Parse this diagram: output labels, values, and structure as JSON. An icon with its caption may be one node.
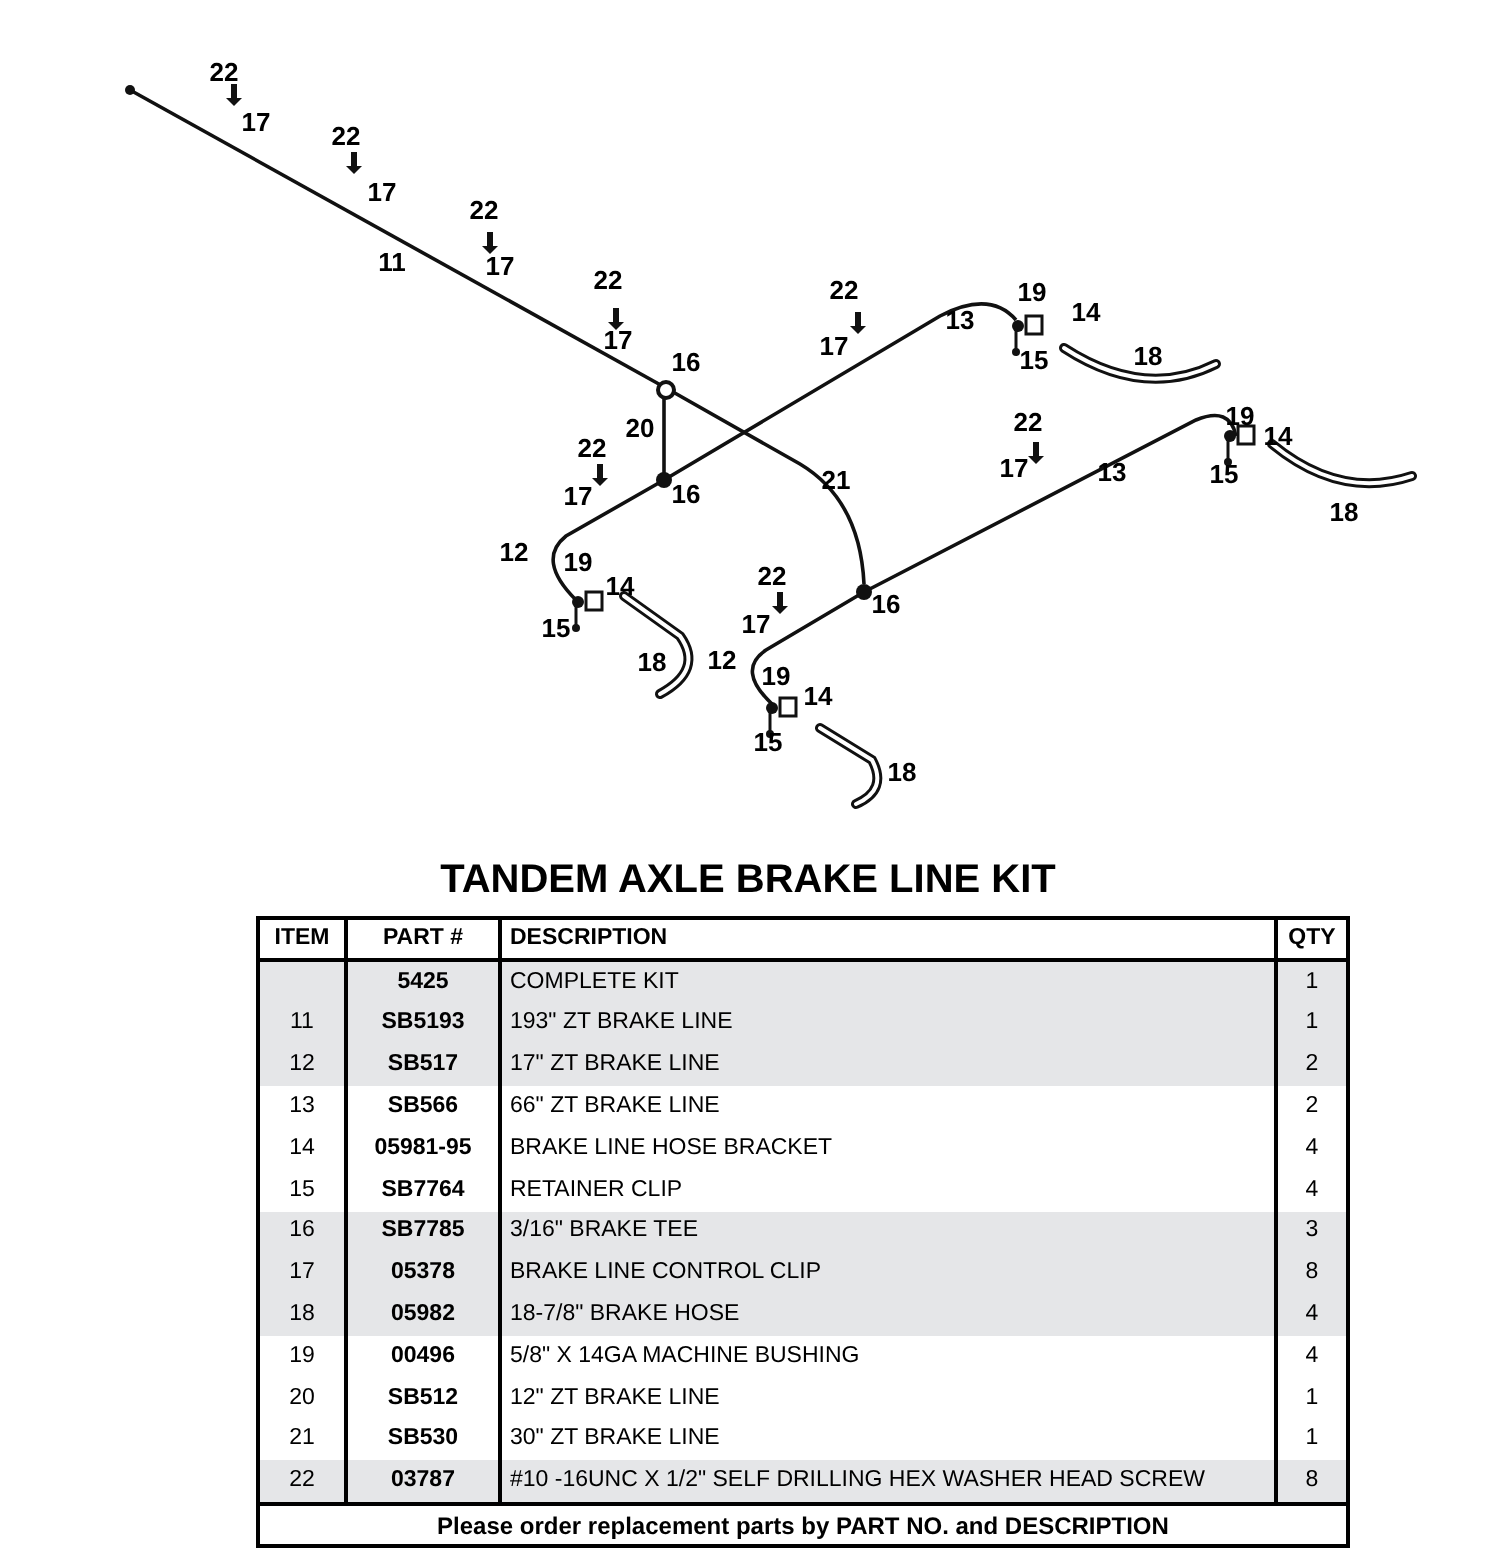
{
  "diagram": {
    "title": "TANDEM AXLE BRAKE LINE KIT",
    "labels": [
      "22",
      "17",
      "22",
      "17",
      "22",
      "11",
      "17",
      "22",
      "22",
      "13",
      "19",
      "14",
      "17",
      "17",
      "16",
      "15",
      "18",
      "20",
      "22",
      "19",
      "14",
      "22",
      "21",
      "17",
      "13",
      "15",
      "17",
      "16",
      "18",
      "12",
      "19",
      "22",
      "14",
      "16",
      "15",
      "17",
      "18",
      "12",
      "19",
      "14",
      "15",
      "18",
      "ITEM",
      "PART #",
      "DESCRIPTION",
      "QTY",
      "5425",
      "COMPLETE KIT",
      "1",
      "11",
      "SB5193",
      "193\" ZT BRAKE LINE",
      "1",
      "12",
      "SB517",
      "17\" ZT BRAKE LINE",
      "2",
      "13",
      "SB566",
      "66\" ZT BRAKE LINE",
      "2",
      "14",
      "05981-95",
      "BRAKE LINE HOSE BRACKET",
      "4",
      "15",
      "SB7764",
      "RETAINER CLIP",
      "4",
      "16",
      "SB7785",
      "3/16\" BRAKE TEE",
      "3",
      "17",
      "05378",
      "BRAKE LINE CONTROL CLIP",
      "8",
      "18",
      "05982",
      "18-7/8\" BRAKE HOSE",
      "4",
      "19",
      "00496",
      "5/8\" X 14GA MACHINE BUSHING",
      "4",
      "20",
      "SB512",
      "12\" ZT BRAKE LINE",
      "1",
      "21",
      "SB530",
      "30\" ZT BRAKE LINE",
      "1",
      "22",
      "03787",
      "#10 -16UNC X 1/2\" SELF DRILLING HEX WASHER HEAD SCREW",
      "8",
      "Please order replacement parts by PART NO. and DESCRIPTION"
    ]
  }
}
